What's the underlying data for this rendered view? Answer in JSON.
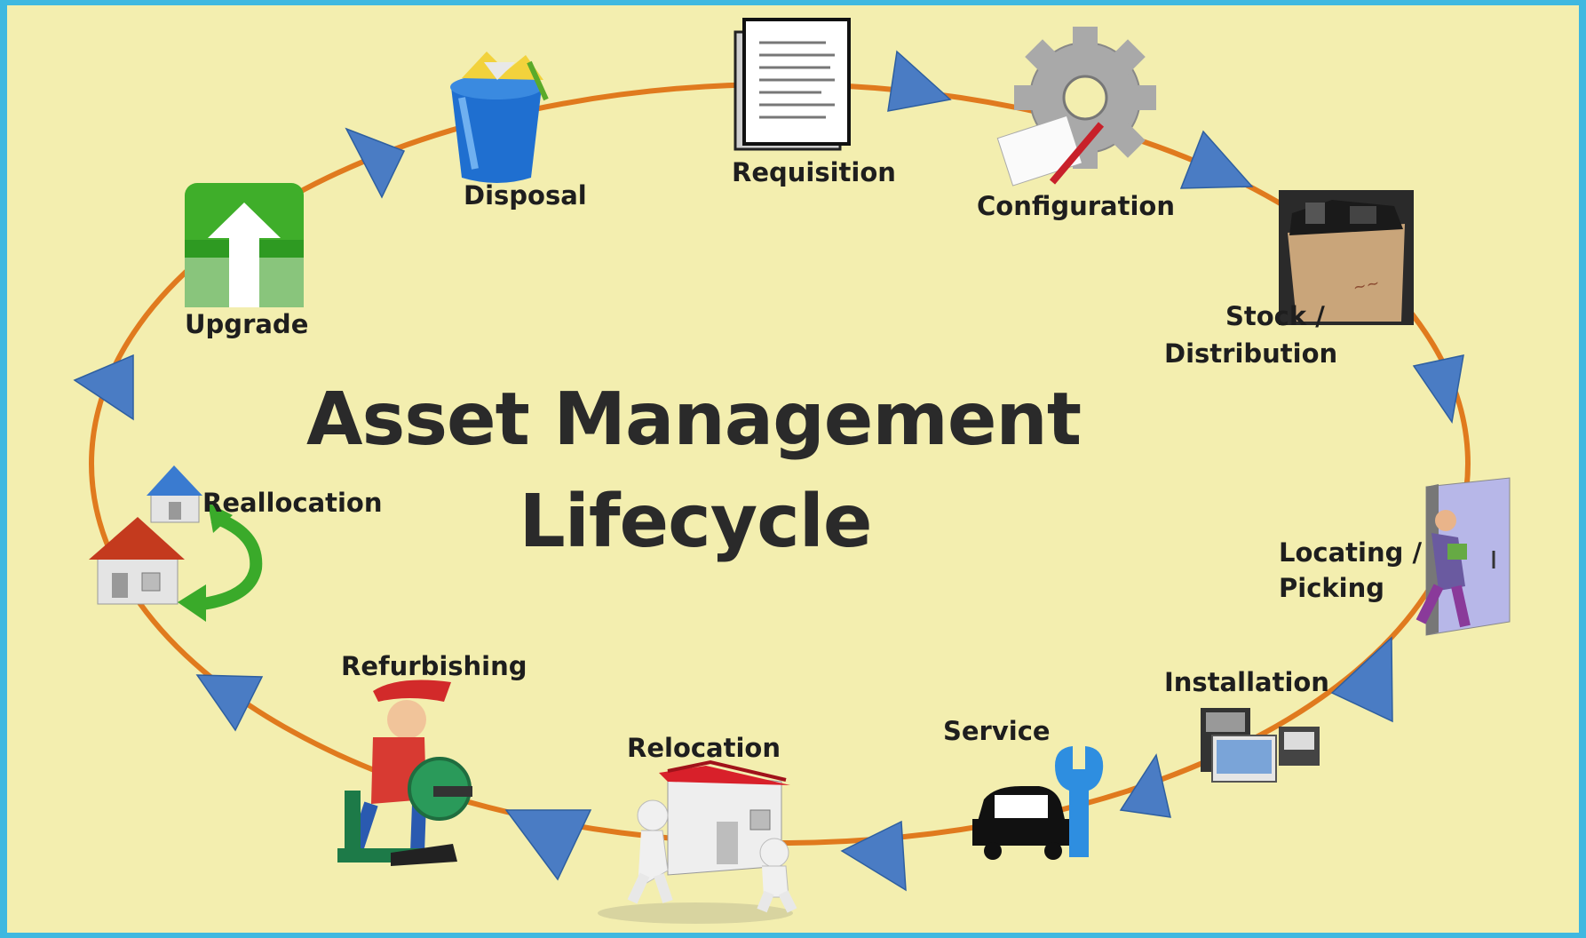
{
  "title": {
    "line1": "Asset Management",
    "line2": "Lifecycle"
  },
  "stages": {
    "requisition": "Requisition",
    "configuration": "Configuration",
    "stock_line1": "Stock /",
    "stock_line2": "Distribution",
    "locating_line1": "Locating /",
    "locating_line2": "Picking",
    "installation": "Installation",
    "service": "Service",
    "relocation": "Relocation",
    "refurbishing": "Refurbishing",
    "reallocation": "Reallocation",
    "upgrade": "Upgrade",
    "disposal": "Disposal"
  },
  "colors": {
    "background": "#f3eeaf",
    "frame": "#3fb8e0",
    "cycle_line": "#e07a1e",
    "arrow": "#4a7cc4"
  }
}
